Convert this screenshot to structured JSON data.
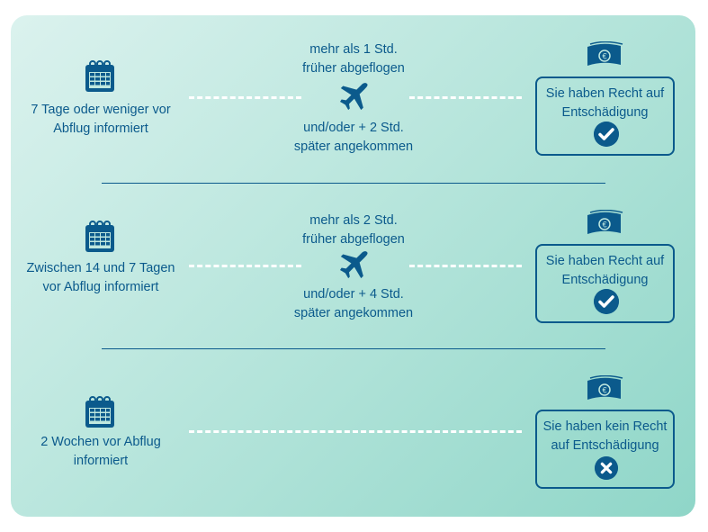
{
  "rows": [
    {
      "left_text": "7 Tage oder weniger vor Abflug informiert",
      "early": "mehr als 1 Std.",
      "early2": "früher abgeflogen",
      "late": "und/oder + 2 Std.",
      "late2": "später angekommen",
      "result": "Sie haben Recht auf Entschädigung",
      "result_icon": "check-icon"
    },
    {
      "left_text": "Zwischen 14 und 7 Tagen vor Abflug informiert",
      "early": "mehr als 2 Std.",
      "early2": "früher abgeflogen",
      "late": "und/oder + 4 Std.",
      "late2": "später angekommen",
      "result": "Sie haben Recht auf Entschädigung",
      "result_icon": "check-icon"
    },
    {
      "left_text": "2 Wochen vor Abflug informiert",
      "result": "Sie haben kein Recht auf Entschädigung",
      "result_icon": "x-icon"
    }
  ],
  "colors": {
    "primary": "#0b5a8c"
  }
}
